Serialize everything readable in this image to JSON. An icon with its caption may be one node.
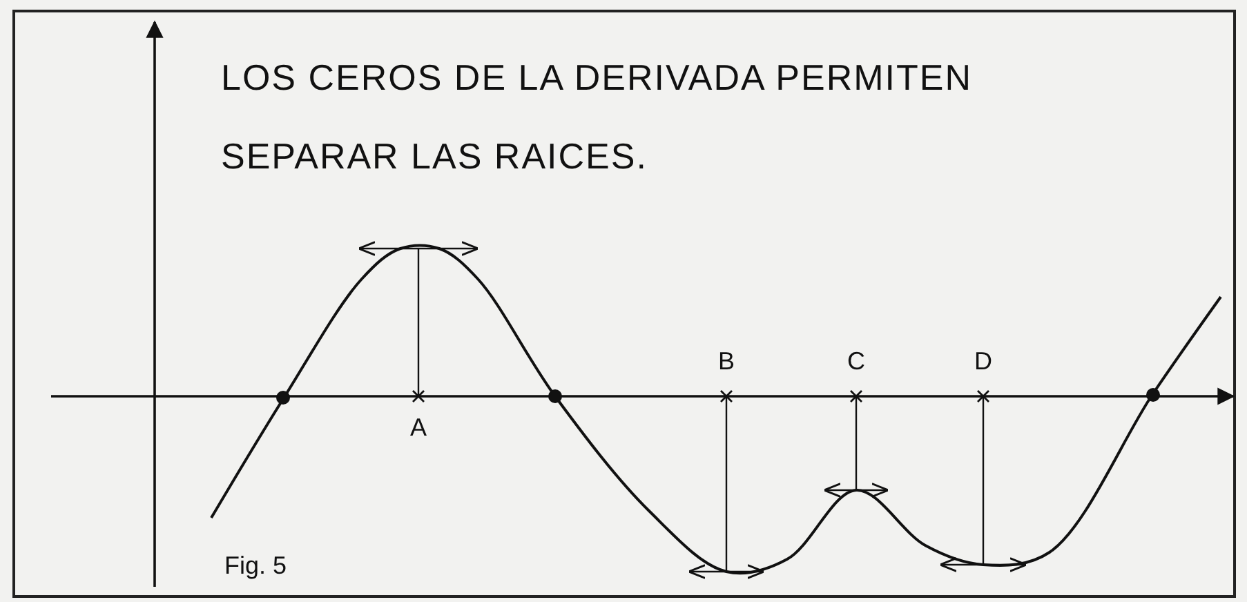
{
  "diagram": {
    "title": "LOS CEROS DE LA DERIVADA PERMITEN SEPARAR LAS RAICES.",
    "labels": [
      "A",
      "B",
      "C",
      "D",
      "Fig. 5"
    ]
  }
}
